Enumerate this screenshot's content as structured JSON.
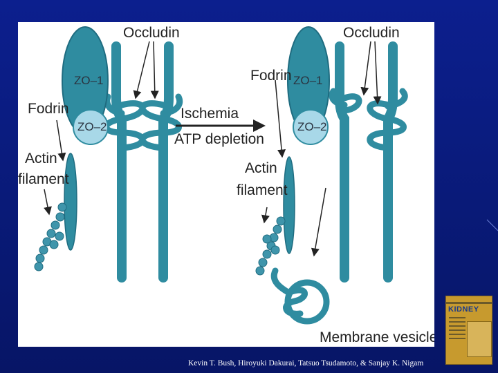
{
  "figure": {
    "left_panel": {
      "occludin": "Occludin",
      "zo1": "ZO–1",
      "zo2": "ZO–2",
      "fodrin": "Fodrin",
      "actin_line1": "Actin",
      "actin_line2": "filament"
    },
    "transition": {
      "line1": "Ischemia",
      "line2": "ATP depletion"
    },
    "right_panel": {
      "occludin": "Occludin",
      "fodrin": "Fodrin",
      "zo1": "ZO–1",
      "zo2": "ZO–2",
      "actin_line1": "Actin",
      "actin_line2": "filament",
      "vesicle": "Membrane vesicle?"
    }
  },
  "credit": "Kevin T. Bush, Hiroyuki Dakurai, Tatsuo Tsudamoto, & Sanjay K. Nigam",
  "book_cover": {
    "title": "KIDNEY"
  },
  "colors": {
    "background": "#0c1f8e",
    "protein_teal": "#2f8ca0",
    "protein_light": "#a8d8e8",
    "arrow": "#222222"
  }
}
